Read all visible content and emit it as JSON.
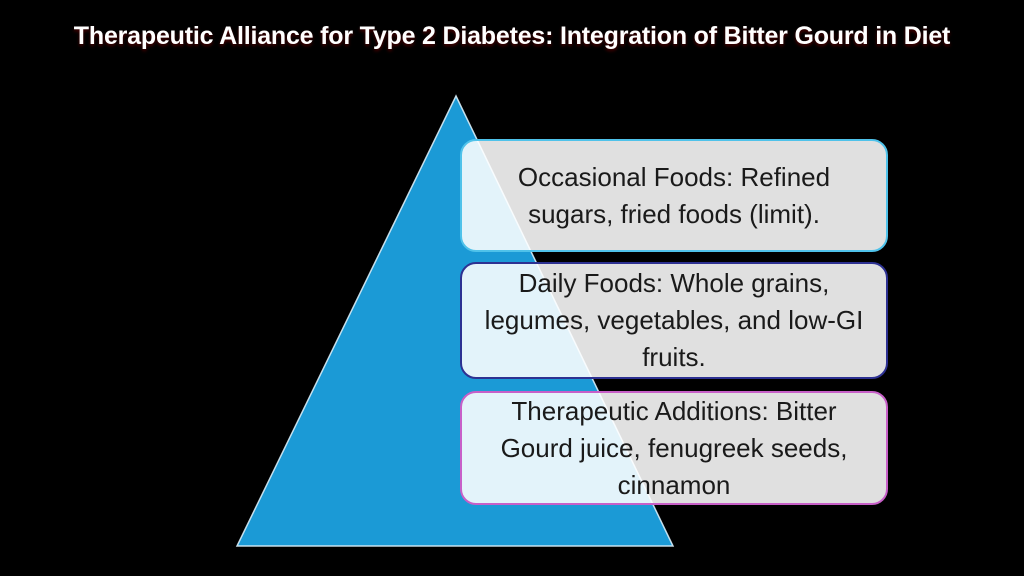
{
  "slide": {
    "title": "Therapeutic Alliance for Type 2 Diabetes: Integration of Bitter Gourd in Diet",
    "background_color": "#000000",
    "title_color": "#ffffff"
  },
  "pyramid": {
    "fill": "#1b9ad6",
    "edge_color": "#d9eef9"
  },
  "levels": [
    {
      "label": "Occasional Foods: Refined sugars, fried foods (limit).",
      "border_color": "#4fc2ea"
    },
    {
      "label": "Daily Foods: Whole grains, legumes, vegetables, and low-GI fruits.",
      "border_color": "#2d3192"
    },
    {
      "label": "Therapeutic Additions: Bitter Gourd juice, fenugreek seeds, cinnamon",
      "border_color": "#c75fc8"
    }
  ],
  "colors": {
    "level_fill": "rgba(255,255,255,0.88)",
    "level_text": "#1a1a1a"
  }
}
